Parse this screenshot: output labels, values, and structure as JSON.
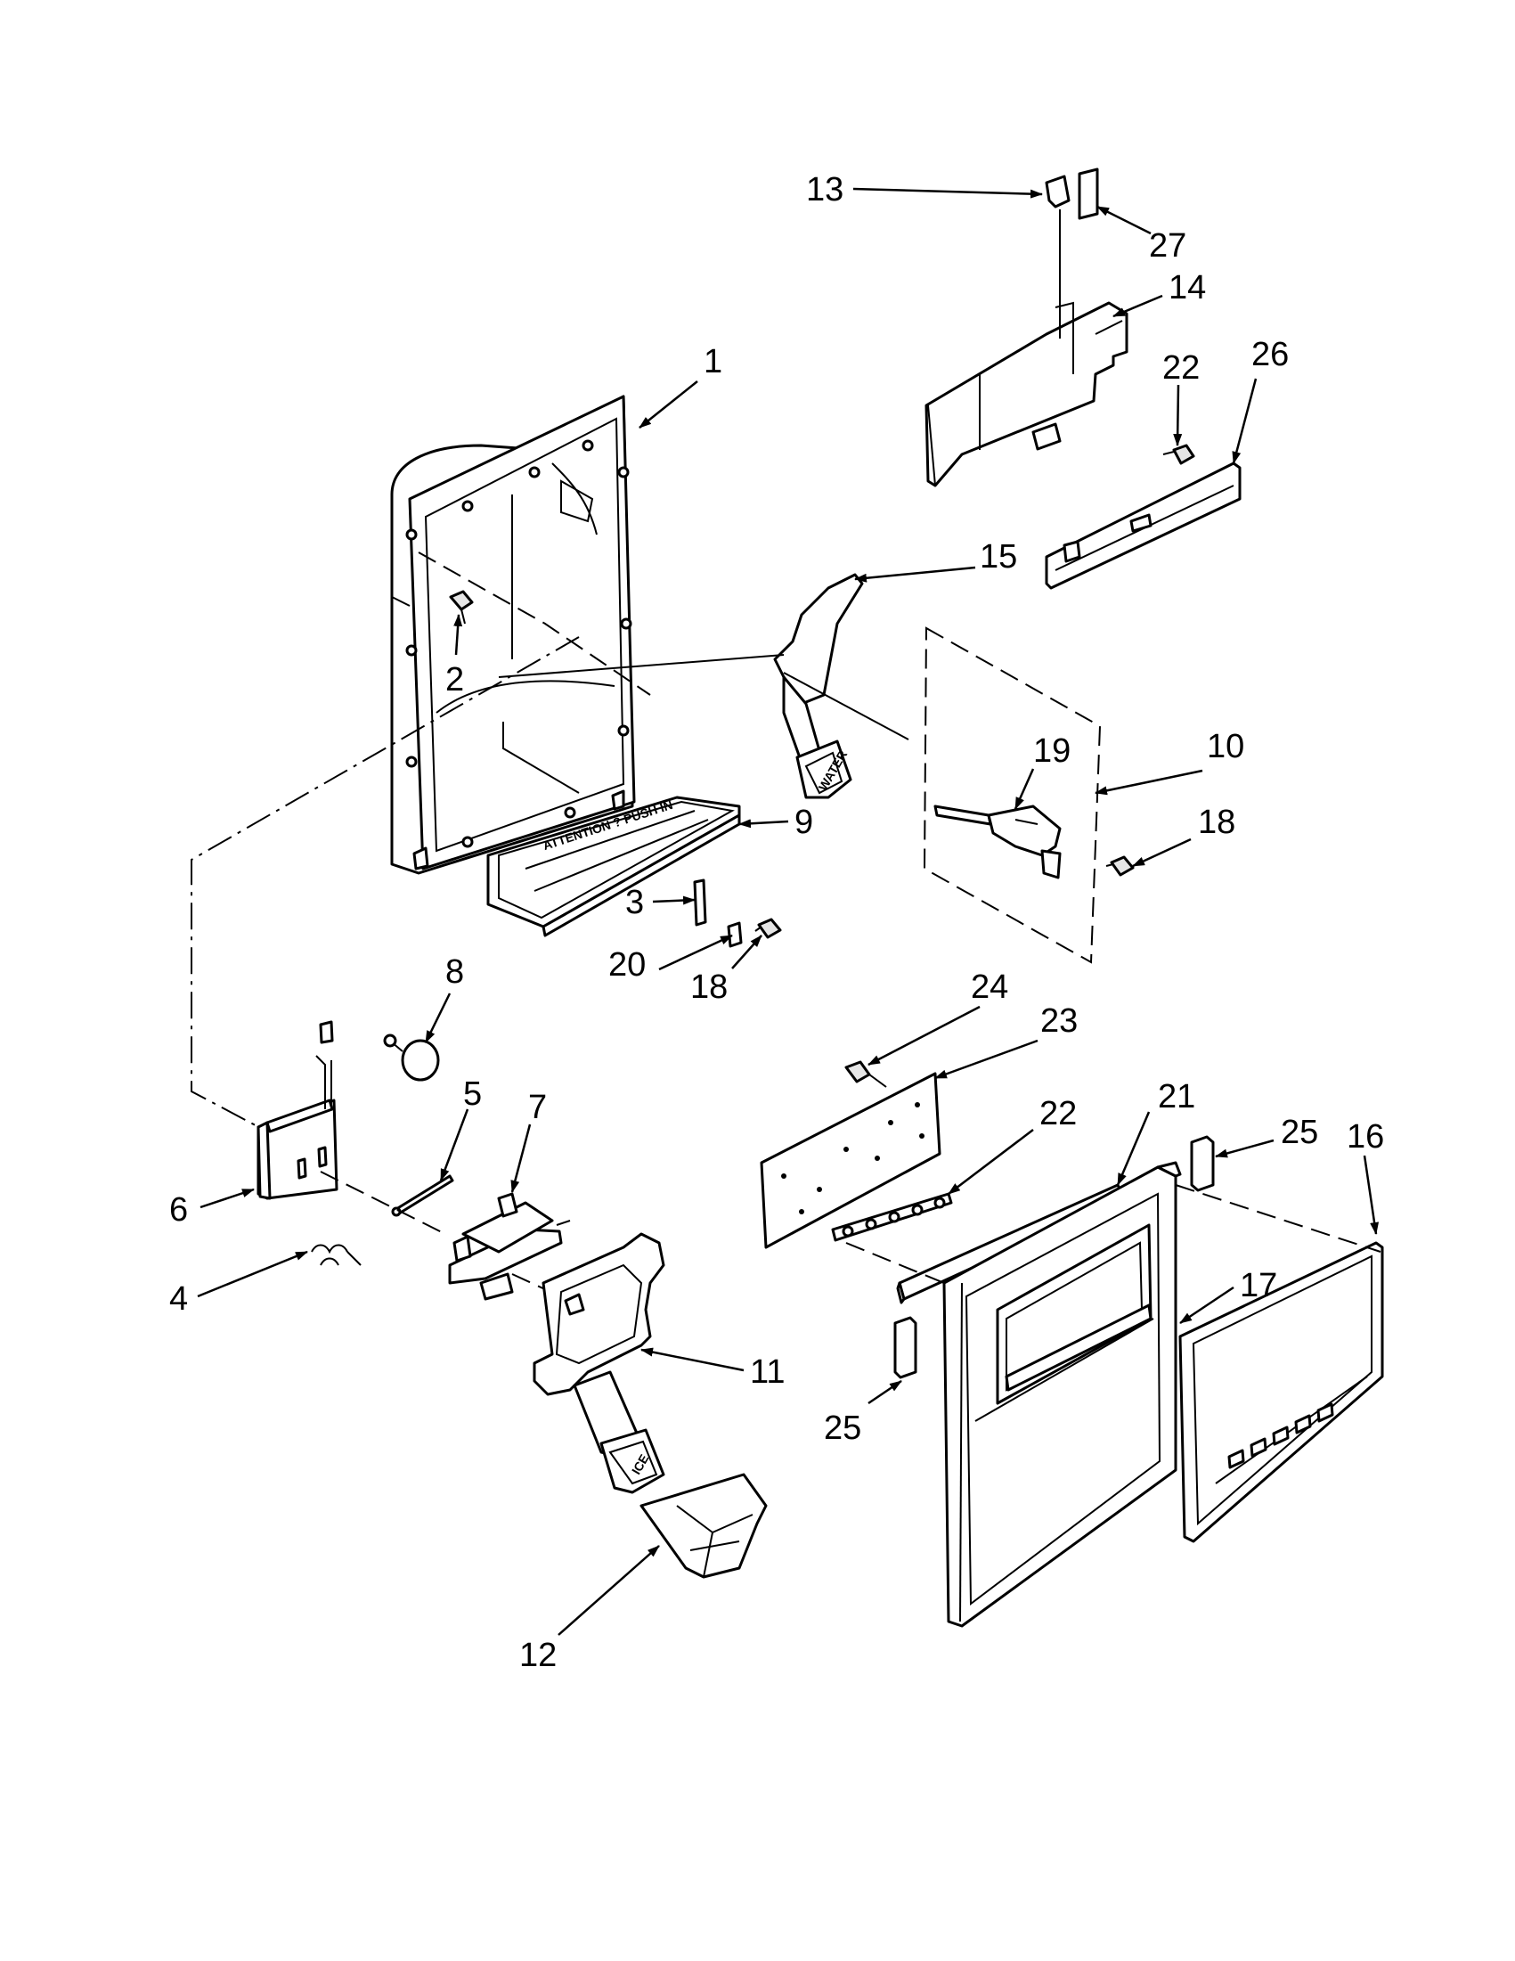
{
  "diagram": {
    "labels": [
      {
        "id": "1",
        "text": "1"
      },
      {
        "id": "2",
        "text": "2"
      },
      {
        "id": "3",
        "text": "3"
      },
      {
        "id": "4",
        "text": "4"
      },
      {
        "id": "5",
        "text": "5"
      },
      {
        "id": "6",
        "text": "6"
      },
      {
        "id": "7",
        "text": "7"
      },
      {
        "id": "8",
        "text": "8"
      },
      {
        "id": "9",
        "text": "9"
      },
      {
        "id": "10",
        "text": "10"
      },
      {
        "id": "11",
        "text": "11"
      },
      {
        "id": "12",
        "text": "12"
      },
      {
        "id": "13",
        "text": "13"
      },
      {
        "id": "14",
        "text": "14"
      },
      {
        "id": "15",
        "text": "15"
      },
      {
        "id": "16",
        "text": "16"
      },
      {
        "id": "17",
        "text": "17"
      },
      {
        "id": "18a",
        "text": "18"
      },
      {
        "id": "18b",
        "text": "18"
      },
      {
        "id": "19",
        "text": "19"
      },
      {
        "id": "20",
        "text": "20"
      },
      {
        "id": "21",
        "text": "21"
      },
      {
        "id": "22a",
        "text": "22"
      },
      {
        "id": "22b",
        "text": "22"
      },
      {
        "id": "23",
        "text": "23"
      },
      {
        "id": "24",
        "text": "24"
      },
      {
        "id": "25a",
        "text": "25"
      },
      {
        "id": "25b",
        "text": "25"
      },
      {
        "id": "26",
        "text": "26"
      },
      {
        "id": "27",
        "text": "27"
      }
    ],
    "pad_text": {
      "water": "WATER",
      "ice": "ICE"
    }
  }
}
